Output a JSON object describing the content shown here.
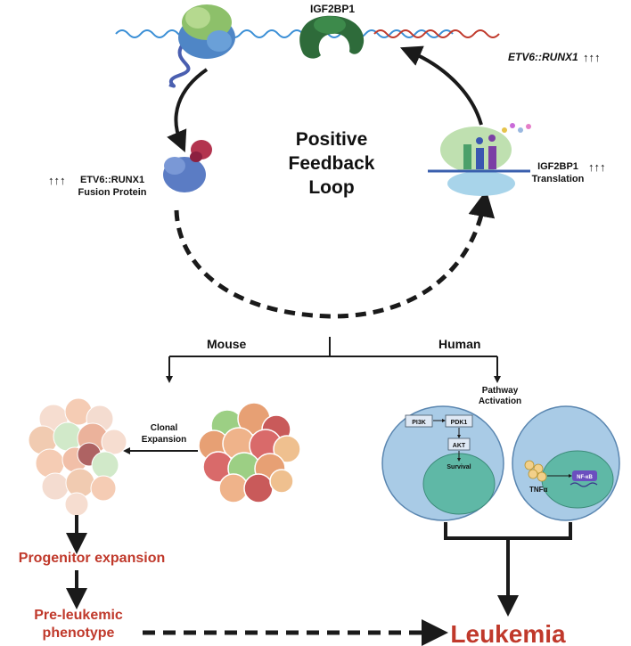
{
  "labels": {
    "igf2bp1_top": "IGF2BP1",
    "etv6_runx1_mrna": "ETV6::RUNX1",
    "mrna_arrows": "↑↑↑",
    "fusion_arrows": "↑↑↑",
    "fusion_line1": "ETV6::RUNX1",
    "fusion_line2": "Fusion Protein",
    "translation_line1": "IGF2BP1",
    "translation_line2": "Translation",
    "translation_arrows": "↑↑↑",
    "loop_line1": "Positive",
    "loop_line2": "Feedback",
    "loop_line3": "Loop",
    "mouse": "Mouse",
    "human": "Human",
    "pathway_line1": "Pathway",
    "pathway_line2": "Activation",
    "clonal_line1": "Clonal",
    "clonal_line2": "Expansion",
    "pi3k": "PI3K",
    "pdk1": "PDK1",
    "akt": "AKT",
    "survival": "Survival",
    "tnfa": "TNFα",
    "nfkb": "NF-κB",
    "progenitor": "Progenitor expansion",
    "preleukemic_line1": "Pre-leukemic",
    "preleukemic_line2": "phenotype",
    "leukemia": "Leukemia"
  },
  "colors": {
    "mrna_blue": "#3b8fd6",
    "mrna_red": "#c0392b",
    "accent_red": "#c0392b",
    "cell_fill": "#a9cbe6",
    "nucleus_fill": "#5fb8a6",
    "arrow": "#1a1a1a"
  }
}
